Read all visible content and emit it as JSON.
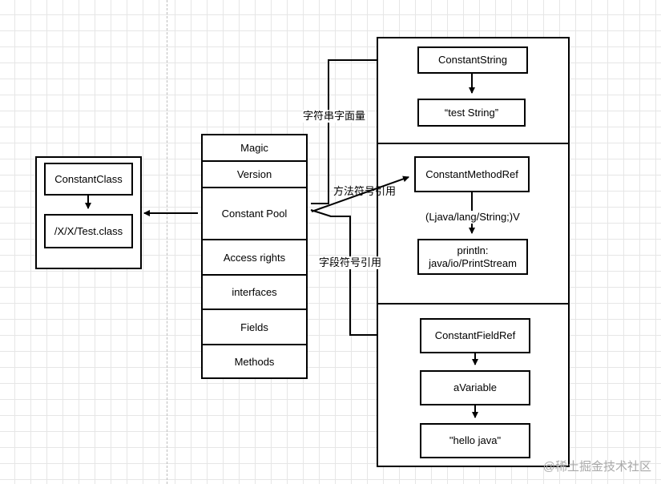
{
  "class_file": {
    "items": [
      "Magic",
      "Version",
      "Constant Pool",
      "Access rights",
      "interfaces",
      "Fields",
      "Methods"
    ]
  },
  "constant_class": {
    "name": "ConstantClass",
    "value": "/X/X/Test.class"
  },
  "pool": {
    "string": {
      "name": "ConstantString",
      "value": "“test String”"
    },
    "method": {
      "name": "ConstantMethodRef",
      "descriptor": "(Ljava/lang/String;)V",
      "target": "println:\njava/io/PrintStream"
    },
    "field": {
      "name": "ConstantFieldRef",
      "variable": "aVariable",
      "value": "\"hello java\""
    }
  },
  "labels": {
    "string_literal": "字符串字面量",
    "method_ref": "方法符号引用",
    "field_ref": "字段符号引用"
  },
  "watermark": "@稀土掘金技术社区"
}
